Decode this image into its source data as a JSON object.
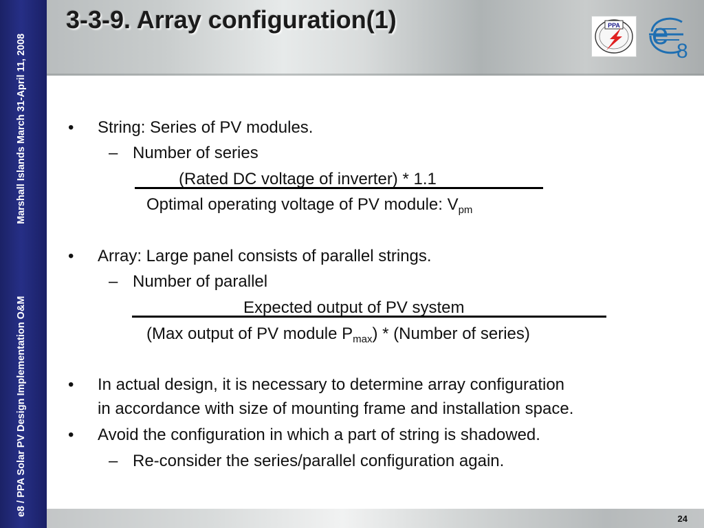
{
  "sidebar": {
    "date_text": "Marshall Islands March 31-April 11, 2008",
    "course_text": "e8 / PPA Solar PV Design Implementation O&M"
  },
  "header": {
    "title": "3-3-9. Array configuration(1)",
    "logos": {
      "ppa_text": "PPA",
      "ppa_icon": "ppa-lightning-logo",
      "e8_letter": "e",
      "e8_subscript": "8",
      "e8_icon": "e8-logo"
    }
  },
  "content": {
    "bullet_char": "•",
    "dash_char": "–",
    "string": {
      "text": "String: Series of PV modules.",
      "sub_label": "Number of series",
      "numerator": "(Rated DC voltage of inverter) * 1.1",
      "denominator": "Optimal operating voltage of PV module: V",
      "denominator_sub": "pm"
    },
    "array": {
      "text": "Array: Large panel consists of parallel strings.",
      "sub_label": "Number of parallel",
      "numerator": "Expected output of PV system",
      "denominator_pre": "(Max output of PV module P",
      "denominator_sub": "max",
      "denominator_post": ") * (Number of series)"
    },
    "design": {
      "line1": "In actual design, it is necessary to determine array configuration",
      "line2": "in accordance with size of mounting frame and installation space."
    },
    "shadow": {
      "text": "Avoid the configuration in which a part of string is shadowed.",
      "sub_label": "Re-consider the series/parallel configuration again."
    }
  },
  "footer": {
    "page_number": "24"
  },
  "colors": {
    "sidebar": "#262f86",
    "logo_blue": "#1f6fb2",
    "logo_red": "#e02020"
  }
}
